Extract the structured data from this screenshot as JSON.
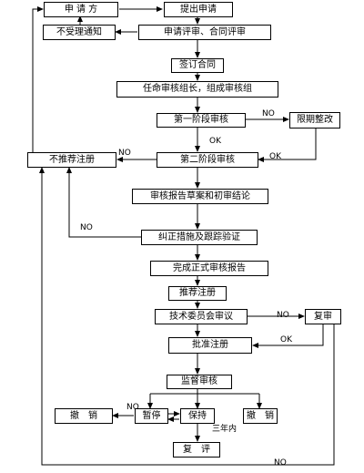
{
  "boxes": {
    "applicant": "申 请 方",
    "submit": "提出申请",
    "not_accepted": "不受理通知",
    "review_contract": "申请评审、合同评审",
    "sign_contract": "签订合同",
    "appoint_team": "任命审核组长，组成审核组",
    "stage1": "第一阶段审核",
    "rectify": "限期整改",
    "not_recommend": "不推荐注册",
    "stage2": "第二阶段审核",
    "draft_report": "审核报告草案和初审结论",
    "corrective": "纠正措施及跟踪验证",
    "final_report": "完成正式审核报告",
    "recommend": "推荐注册",
    "committee": "技术委员会审议",
    "reaudit": "复审",
    "approve": "批准注册",
    "surveillance": "监督审核",
    "revoke_left": "撤　销",
    "suspend": "暂停",
    "maintain": "保持",
    "revoke_right": "撤　销",
    "recert": "复　评"
  },
  "labels": {
    "no_stage1": "NO",
    "ok_stage1": "OK",
    "ok_rectify": "OK",
    "no_stage2": "NO",
    "no_corrective": "NO",
    "no_committee": "NO",
    "ok_reaudit": "OK",
    "no_suspend": "NO",
    "three_years": "三年内",
    "no_bottom": "NO"
  }
}
